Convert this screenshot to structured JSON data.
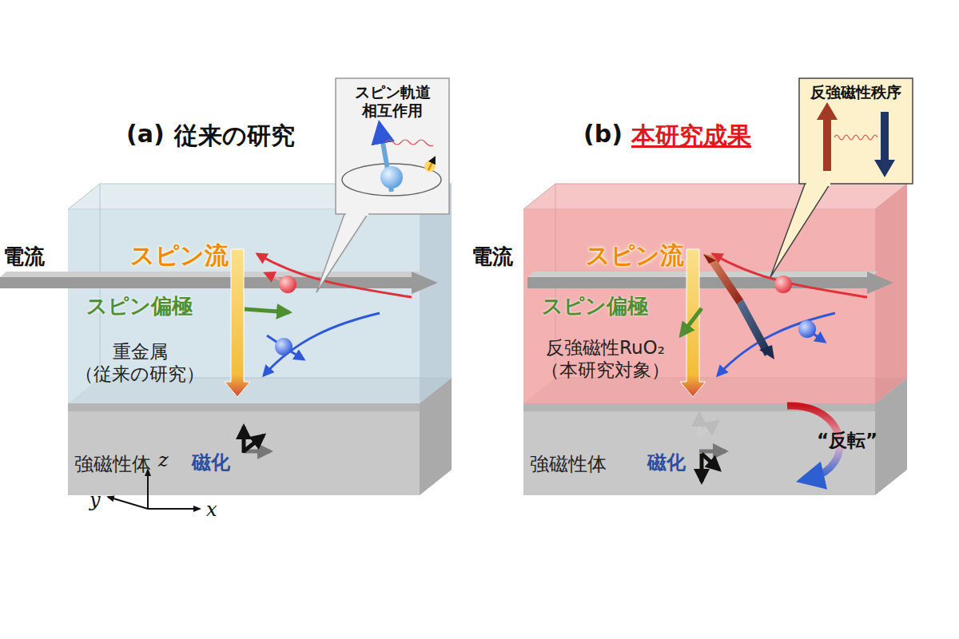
{
  "diagram": {
    "nodes": [
      {
        "text": [
          "スピン軌道 相互作用"
        ]
      },
      {
        "text": [
          "重金属 （従来の研究）"
        ]
      },
      {
        "text": [
          "強磁性体",
          "磁化"
        ]
      },
      {
        "text": [
          "反強磁性秩序"
        ]
      },
      {
        "text": [
          "反強磁性RuO₂ （本研究対象）"
        ]
      },
      {
        "text": [
          "強磁性体",
          "磁化"
        ]
      }
    ],
    "labels": [
      "(a)",
      "従来の研究",
      "スピン流",
      "電流",
      "スピン偏極",
      "z",
      "y",
      "x",
      "(b)",
      "本研究成果",
      "スピン流",
      "電流",
      "スピン偏極",
      "“反転”"
    ]
  }
}
